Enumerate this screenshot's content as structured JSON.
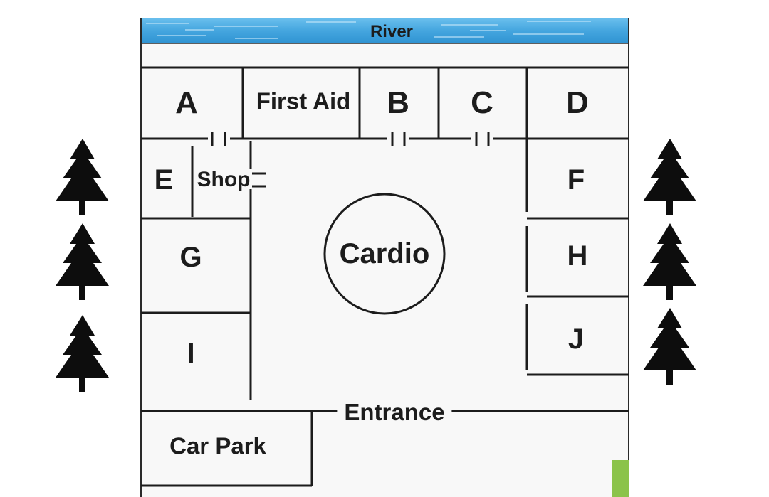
{
  "map": {
    "river_label": "River",
    "rooms": {
      "A": "A",
      "first_aid": "First Aid",
      "B": "B",
      "C": "C",
      "D": "D",
      "E": "E",
      "shop": "Shop",
      "F": "F",
      "G": "G",
      "H": "H",
      "I": "I",
      "J": "J",
      "cardio": "Cardio",
      "car_park": "Car Park"
    },
    "entrance_label": "Entrance"
  },
  "colors": {
    "river": "#4aa8e0",
    "floor": "#f8f8f8",
    "wall": "#1c1c1c",
    "tree": "#0d0d0d",
    "green_marker": "#8bc34a"
  },
  "icons": [
    "tree-icon",
    "door-icon"
  ]
}
